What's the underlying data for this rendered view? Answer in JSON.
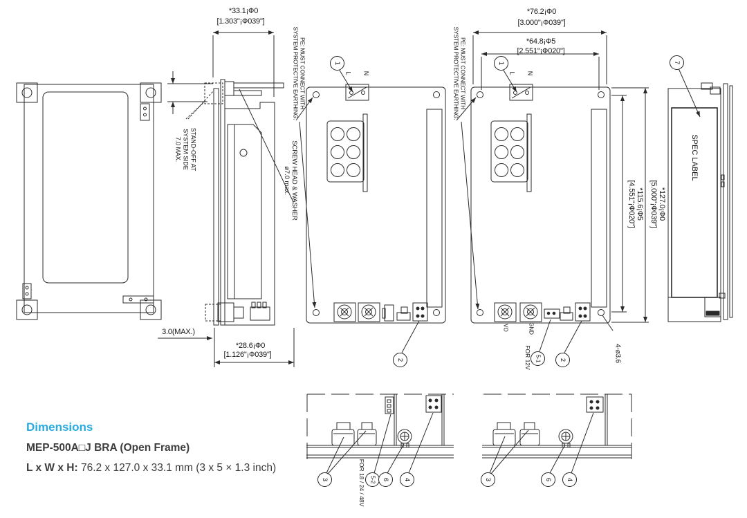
{
  "style": {
    "accent_color": "#29abe2",
    "line_color": "#2a2a2a"
  },
  "dims": {
    "d33_mm": "*33.1¡Ф0",
    "d33_in": "[1.303\"¡Ф039\"]",
    "d28_mm": "*28.6¡Ф0",
    "d28_in": "[1.126\"¡Ф039\"]",
    "d76_mm": "*76.2¡Ф0",
    "d76_in": "[3.000\"¡Ф039\"]",
    "d64_mm": "*64.8¡Ф5",
    "d64_in": "[2.551\"¡Ф020\"]",
    "d127_mm": "*127.0¡Ф0",
    "d127_in": "[5.000\"¡Ф039\"]",
    "d115_mm": "*115.6¡Ф5",
    "d115_in": "[4.551\"¡Ф020\"]",
    "offset_3": "3.0(MAX.)",
    "holes": "4-ø3.6"
  },
  "notes": {
    "standoff_l1": "STAND-OFF AT",
    "standoff_l2": "SYSTEM SIDE",
    "standoff_l3": "7.0 MAX.",
    "screw_l1": "SCREW HEAD & WASHER",
    "screw_l2": "ø7.0 max.",
    "pe_l1": "PE: MUST CONNECT WITH",
    "pe_l2": "SYSTEM PROTECTIVE EARTHING.",
    "spec_label": "SPEC LABEL",
    "for12": "FOR 12V",
    "for18": "FOR 18 / 24 / 48V"
  },
  "terminals": {
    "l": "L",
    "n": "N",
    "vo": "VO",
    "gnd": "GND"
  },
  "callouts": {
    "c1": "1",
    "c2": "2",
    "c3": "3",
    "c4": "4",
    "c51": "5-1",
    "c52": "5-2",
    "c6": "6",
    "c7": "7"
  },
  "footer": {
    "section_title": "Dimensions",
    "model": "MEP-500A□J BRA (Open Frame)",
    "lwh_label": "L x W x H:",
    "lwh_value": "76.2 x 127.0 x 33.1 mm (3 x 5 × 1.3 inch)"
  }
}
